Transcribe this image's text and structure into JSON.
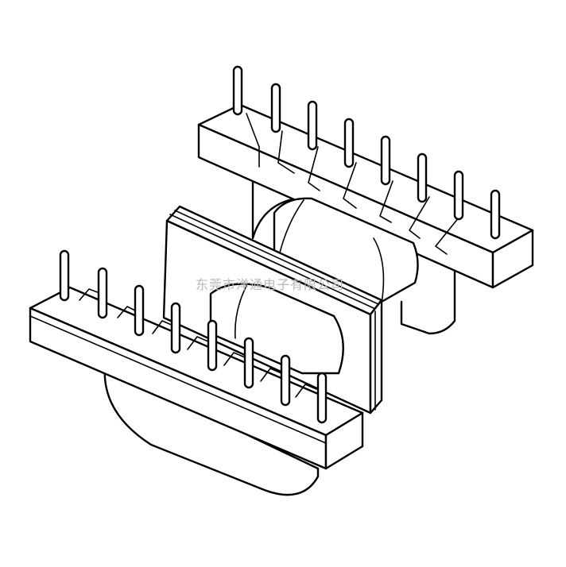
{
  "watermark": {
    "text": "东莞市洋通电子有限公司"
  },
  "colors": {
    "line": "#000000",
    "fill": "#ffffff",
    "watermark": "#b8b8b8"
  },
  "figure": {
    "subject": "transformer-bobbin",
    "back_pin_count": 8,
    "front_pin_count": 8
  }
}
